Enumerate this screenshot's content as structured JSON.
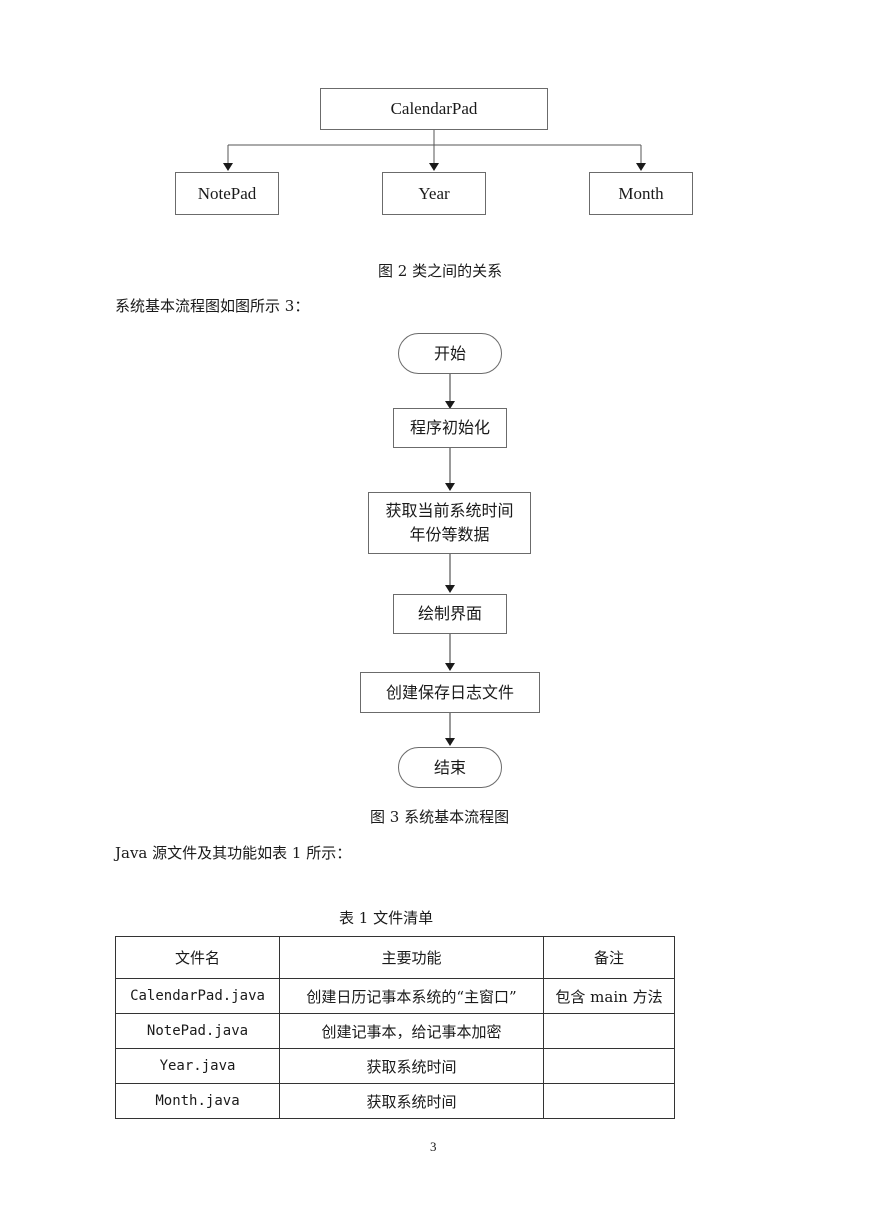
{
  "class_diagram": {
    "root": "CalendarPad",
    "children": [
      "NotePad",
      "Year",
      "Month"
    ],
    "caption": "图 2 类之间的关系"
  },
  "intro_flowchart": "系统基本流程图如图所示 3：",
  "flowchart": {
    "start": "开始",
    "steps": [
      "程序初始化",
      "获取当前系统时间",
      "年份等数据",
      "绘制界面",
      "创建保存日志文件"
    ],
    "end": "结束",
    "caption": "图 3  系统基本流程图"
  },
  "intro_table": "Java 源文件及其功能如表 1 所示：",
  "table": {
    "caption": "表 1  文件清单",
    "headers": [
      "文件名",
      "主要功能",
      "备注"
    ],
    "rows": [
      [
        "CalendarPad.java",
        "创建日历记事本系统的“主窗口”",
        "包含 main 方法"
      ],
      [
        "NotePad.java",
        "创建记事本，给记事本加密",
        ""
      ],
      [
        "Year.java",
        "获取系统时间",
        ""
      ],
      [
        "Month.java",
        "获取系统时间",
        ""
      ]
    ]
  },
  "page_number": "3"
}
